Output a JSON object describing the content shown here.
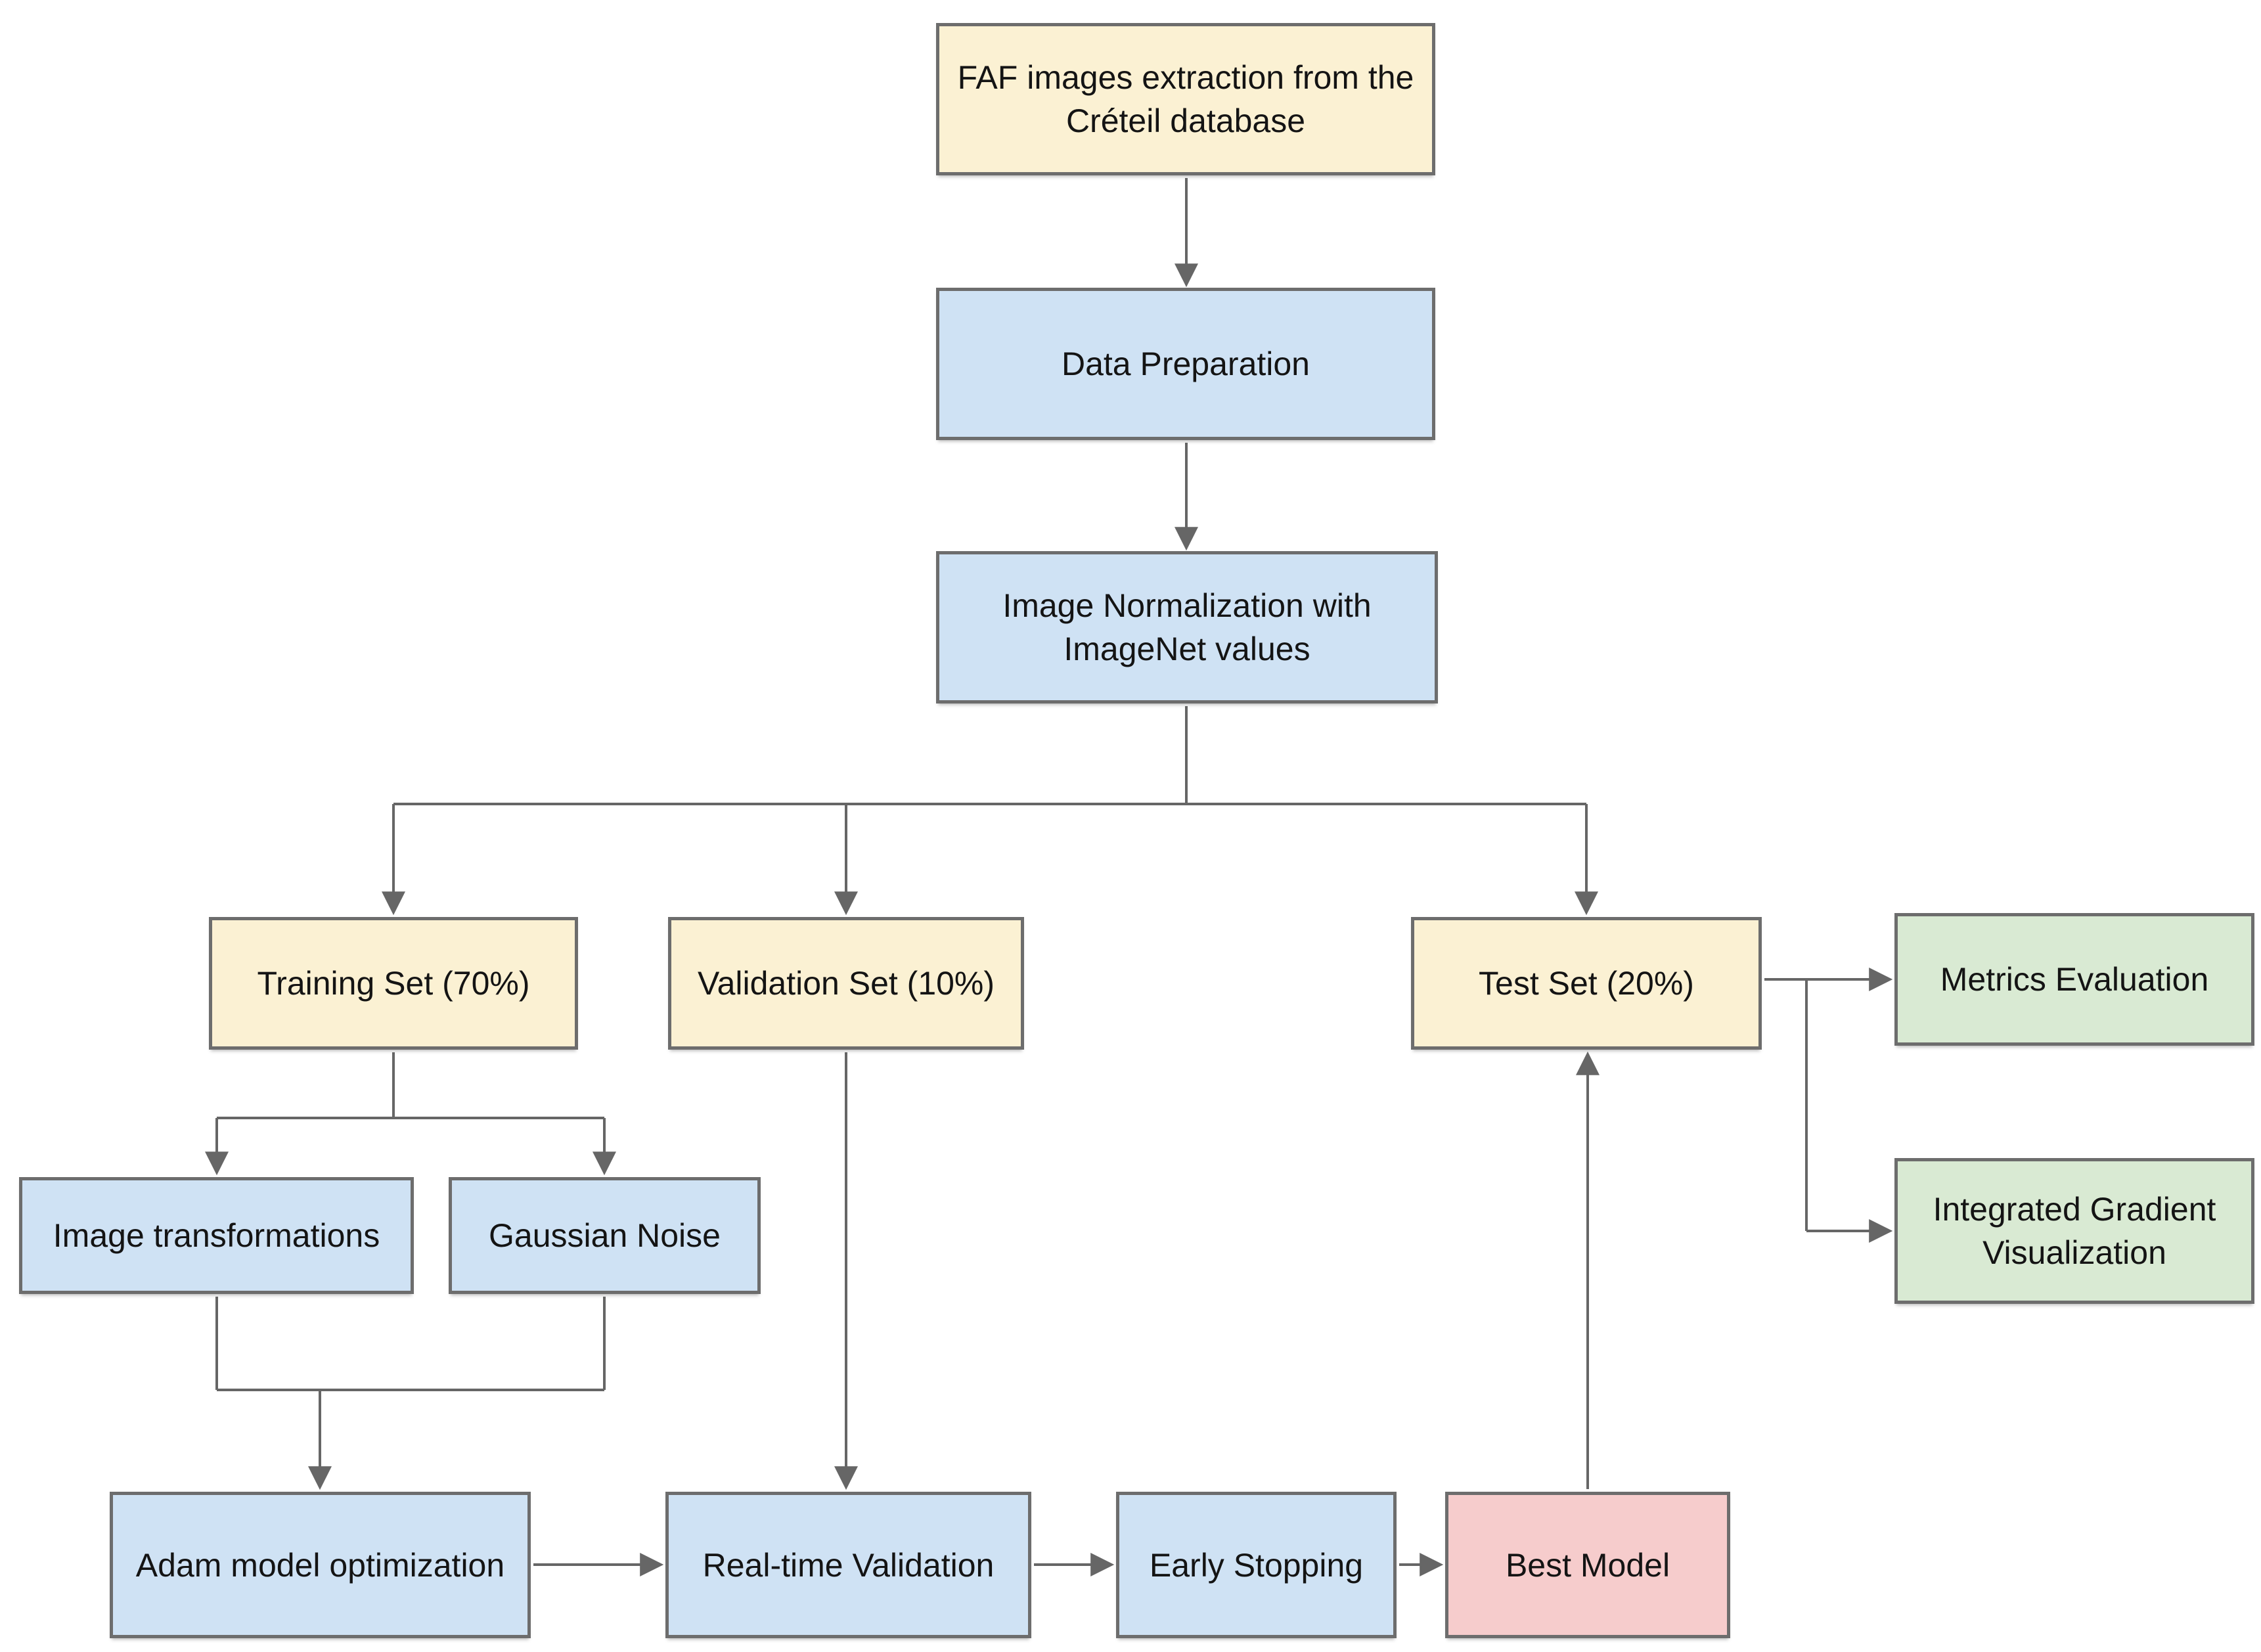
{
  "diagram": {
    "background": "#FFFFFF",
    "palette": {
      "input_fill": "#FBF1D3",
      "process_fill": "#CFE2F4",
      "output_fill": "#D9EAD3",
      "model_fill": "#F6CCCC",
      "border": "#6D6D6D",
      "arrow": "#666666",
      "text": "#141414"
    },
    "nodes": {
      "faf_extraction": {
        "label": "FAF images extraction from the Créteil database",
        "fill": "#FBF1D3",
        "category": "input"
      },
      "data_preparation": {
        "label": "Data Preparation",
        "fill": "#CFE2F4",
        "category": "process"
      },
      "image_normalization": {
        "label": "Image Normalization with ImageNet values",
        "fill": "#CFE2F4",
        "category": "process"
      },
      "training_set": {
        "label": "Training Set (70%)",
        "fill": "#FBF1D3",
        "category": "dataset"
      },
      "validation_set": {
        "label": "Validation Set (10%)",
        "fill": "#FBF1D3",
        "category": "dataset"
      },
      "test_set": {
        "label": "Test Set (20%)",
        "fill": "#FBF1D3",
        "category": "dataset"
      },
      "metrics_evaluation": {
        "label": "Metrics Evaluation",
        "fill": "#D9EAD3",
        "category": "output"
      },
      "integrated_gradient": {
        "label": "Integrated Gradient Visualization",
        "fill": "#D9EAD3",
        "category": "output"
      },
      "image_transformations": {
        "label": "Image transformations",
        "fill": "#CFE2F4",
        "category": "process"
      },
      "gaussian_noise": {
        "label": "Gaussian Noise",
        "fill": "#CFE2F4",
        "category": "process"
      },
      "adam_optimization": {
        "label": "Adam model optimization",
        "fill": "#CFE2F4",
        "category": "process"
      },
      "realtime_validation": {
        "label": "Real-time Validation",
        "fill": "#CFE2F4",
        "category": "process"
      },
      "early_stopping": {
        "label": "Early Stopping",
        "fill": "#CFE2F4",
        "category": "process"
      },
      "best_model": {
        "label": "Best Model",
        "fill": "#F6CCCC",
        "category": "model"
      }
    },
    "edges": [
      {
        "from": "faf_extraction",
        "to": "data_preparation"
      },
      {
        "from": "data_preparation",
        "to": "image_normalization"
      },
      {
        "from": "image_normalization",
        "to": "training_set"
      },
      {
        "from": "image_normalization",
        "to": "validation_set"
      },
      {
        "from": "image_normalization",
        "to": "test_set"
      },
      {
        "from": "training_set",
        "to": "image_transformations"
      },
      {
        "from": "training_set",
        "to": "gaussian_noise"
      },
      {
        "from": "image_transformations",
        "to": "adam_optimization"
      },
      {
        "from": "gaussian_noise",
        "to": "adam_optimization"
      },
      {
        "from": "adam_optimization",
        "to": "realtime_validation"
      },
      {
        "from": "validation_set",
        "to": "realtime_validation"
      },
      {
        "from": "realtime_validation",
        "to": "early_stopping"
      },
      {
        "from": "early_stopping",
        "to": "best_model"
      },
      {
        "from": "best_model",
        "to": "test_set"
      },
      {
        "from": "test_set",
        "to": "metrics_evaluation"
      },
      {
        "from": "test_set",
        "to": "integrated_gradient"
      }
    ]
  }
}
